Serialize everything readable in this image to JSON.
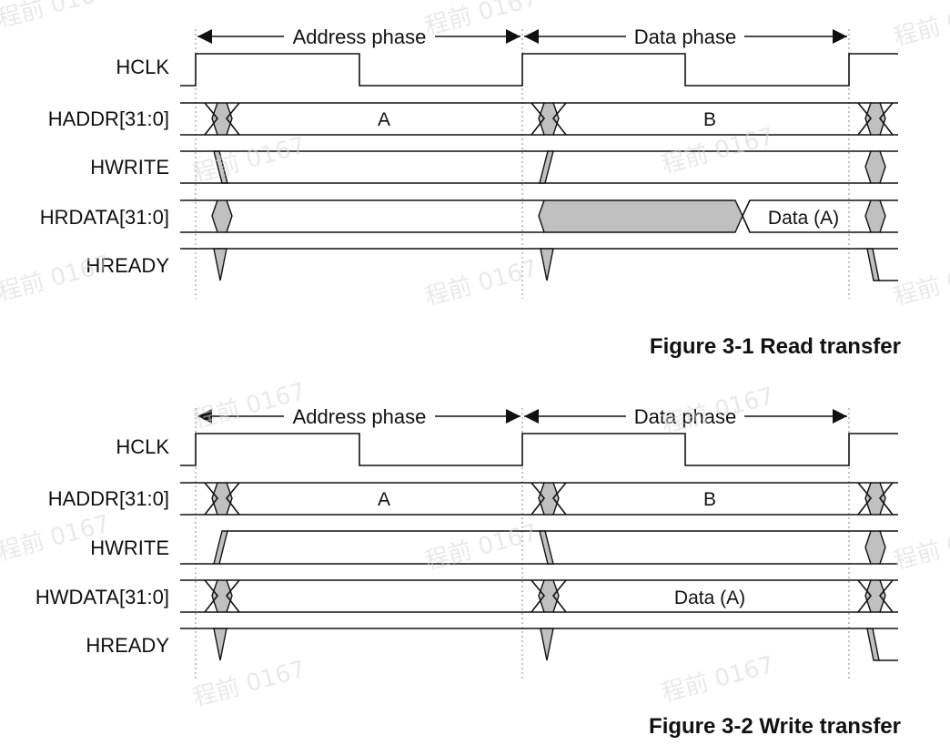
{
  "diagrams": [
    {
      "caption": "Figure 3-1 Read transfer",
      "phases": [
        "Address phase",
        "Data phase"
      ],
      "signals": [
        "HCLK",
        "HADDR[31:0]",
        "HWRITE",
        "HRDATA[31:0]",
        "HREADY"
      ],
      "bus_values": {
        "addr_a": "A",
        "addr_b": "B",
        "data": "Data (A)"
      }
    },
    {
      "caption": "Figure 3-2 Write transfer",
      "phases": [
        "Address phase",
        "Data phase"
      ],
      "signals": [
        "HCLK",
        "HADDR[31:0]",
        "HWRITE",
        "HWDATA[31:0]",
        "HREADY"
      ],
      "bus_values": {
        "addr_a": "A",
        "addr_b": "B",
        "data": "Data (A)"
      }
    }
  ],
  "watermark": "程前 0167",
  "colors": {
    "line": "#111111",
    "shade": "#c0c0c0",
    "watermark": "#d8d8d8"
  }
}
